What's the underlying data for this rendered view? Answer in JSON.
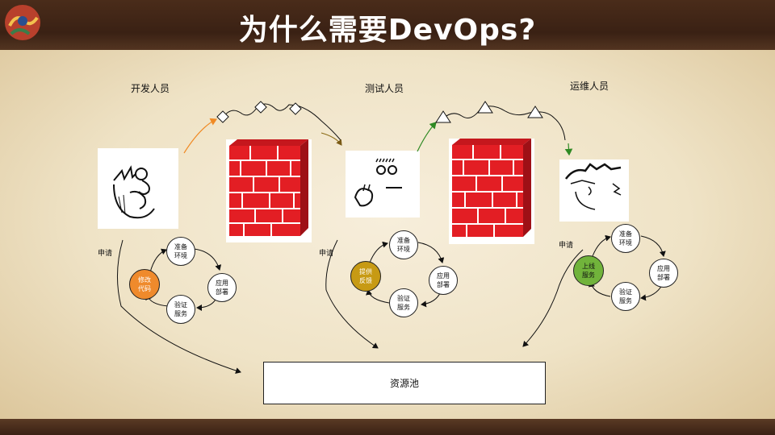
{
  "title": "为什么需要DevOps?",
  "roles": {
    "dev": "开发人员",
    "test": "测试人员",
    "ops": "运维人员"
  },
  "apply_label": "申请",
  "dev_cycle": {
    "prepare": "准备\n环境",
    "deploy": "应用\n部署",
    "verify": "验证\n服务",
    "action": "修改\n代码"
  },
  "test_cycle": {
    "prepare": "准备\n环境",
    "deploy": "应用\n部署",
    "verify": "验证\n服务",
    "action": "提供\n反馈"
  },
  "ops_cycle": {
    "prepare": "准备\n环境",
    "deploy": "应用\n部署",
    "verify": "验证\n服务",
    "action": "上线\n服务"
  },
  "resource_pool": "资源池",
  "colors": {
    "dev_arrow": "#f08a24",
    "test_arrow": "#2f8a24",
    "wall_red": "#e31e24",
    "action_orange": "#ef8a2c",
    "action_gold": "#c79a14",
    "action_green": "#71b33b"
  }
}
